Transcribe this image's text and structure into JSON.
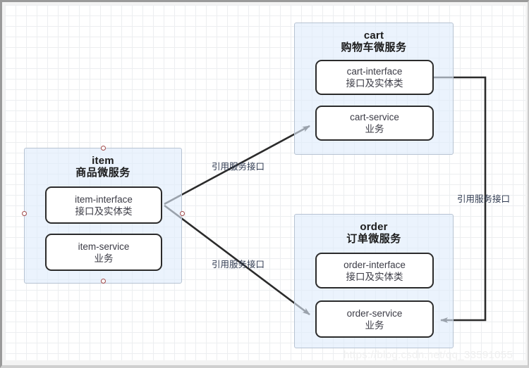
{
  "diagram": {
    "containers": [
      {
        "id": "item",
        "title": "item",
        "subtitle": "商品微服务",
        "modules": [
          {
            "id": "item-interface",
            "name": "item-interface",
            "desc": "接口及实体类"
          },
          {
            "id": "item-service",
            "name": "item-service",
            "desc": "业务"
          }
        ]
      },
      {
        "id": "cart",
        "title": "cart",
        "subtitle": "购物车微服务",
        "modules": [
          {
            "id": "cart-interface",
            "name": "cart-interface",
            "desc": "接口及实体类"
          },
          {
            "id": "cart-service",
            "name": "cart-service",
            "desc": "业务"
          }
        ]
      },
      {
        "id": "order",
        "title": "order",
        "subtitle": "订单微服务",
        "modules": [
          {
            "id": "order-interface",
            "name": "order-interface",
            "desc": "接口及实体类"
          },
          {
            "id": "order-service",
            "name": "order-service",
            "desc": "业务"
          }
        ]
      }
    ],
    "edges": [
      {
        "id": "item-to-cart",
        "label": "引用服务接口"
      },
      {
        "id": "item-to-order",
        "label": "引用服务接口"
      },
      {
        "id": "cart-to-order",
        "label": "引用服务接口"
      }
    ]
  },
  "watermark": "https://blog.csdn.net/qq_33591055",
  "colors": {
    "container_fill": "#deecfc",
    "container_border": "#b7c3d2",
    "module_border": "#2b2b2b",
    "edge_stroke": "#2b2b2b",
    "handle": "#a14a4a",
    "grid_minor": "#eceef0",
    "grid_major": "#dcdfe3"
  }
}
